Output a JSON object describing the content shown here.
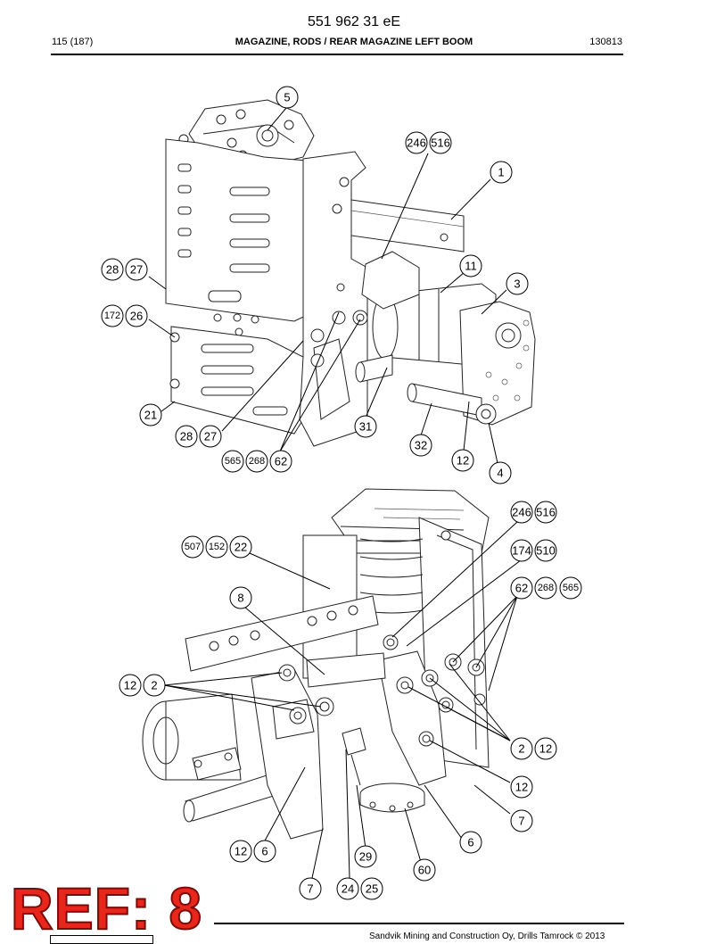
{
  "header": {
    "document_code": "551 962 31 eE",
    "page": "115 (187)",
    "title": "MAGAZINE, RODS / REAR MAGAZINE LEFT BOOM",
    "date": "130813"
  },
  "footer": {
    "copyright": "Sandvik Mining and Construction Oy, Drills Tamrock © 2013"
  },
  "stamp": {
    "ref_label": "REF: 8"
  },
  "callouts": {
    "upper_view": [
      {
        "id": "u5",
        "labels": [
          "5"
        ]
      },
      {
        "id": "u246",
        "labels": [
          "246",
          "516"
        ]
      },
      {
        "id": "u1",
        "labels": [
          "1"
        ]
      },
      {
        "id": "u28a",
        "labels": [
          "28",
          "27"
        ]
      },
      {
        "id": "u11",
        "labels": [
          "11"
        ]
      },
      {
        "id": "u3",
        "labels": [
          "3"
        ]
      },
      {
        "id": "u172",
        "labels": [
          "172",
          "26"
        ]
      },
      {
        "id": "u21",
        "labels": [
          "21"
        ]
      },
      {
        "id": "u31",
        "labels": [
          "31"
        ]
      },
      {
        "id": "u28b",
        "labels": [
          "28",
          "27"
        ]
      },
      {
        "id": "u32",
        "labels": [
          "32"
        ]
      },
      {
        "id": "u565",
        "labels": [
          "565",
          "268",
          "62"
        ]
      },
      {
        "id": "u12",
        "labels": [
          "12"
        ]
      },
      {
        "id": "u4",
        "labels": [
          "4"
        ]
      }
    ],
    "lower_view": [
      {
        "id": "l246",
        "labels": [
          "246",
          "516"
        ]
      },
      {
        "id": "l507",
        "labels": [
          "507",
          "152",
          "22"
        ]
      },
      {
        "id": "l174",
        "labels": [
          "174",
          "510"
        ]
      },
      {
        "id": "l62",
        "labels": [
          "62",
          "268",
          "565"
        ]
      },
      {
        "id": "l8",
        "labels": [
          "8"
        ]
      },
      {
        "id": "l12a",
        "labels": [
          "12",
          "2"
        ]
      },
      {
        "id": "l2b",
        "labels": [
          "2",
          "12"
        ]
      },
      {
        "id": "l12c",
        "labels": [
          "12"
        ]
      },
      {
        "id": "l7a",
        "labels": [
          "7"
        ]
      },
      {
        "id": "l6a",
        "labels": [
          "6"
        ]
      },
      {
        "id": "l12d",
        "labels": [
          "12",
          "6"
        ]
      },
      {
        "id": "l29",
        "labels": [
          "29"
        ]
      },
      {
        "id": "l60",
        "labels": [
          "60"
        ]
      },
      {
        "id": "l7b",
        "labels": [
          "7"
        ]
      },
      {
        "id": "l24",
        "labels": [
          "24",
          "25"
        ]
      }
    ]
  }
}
